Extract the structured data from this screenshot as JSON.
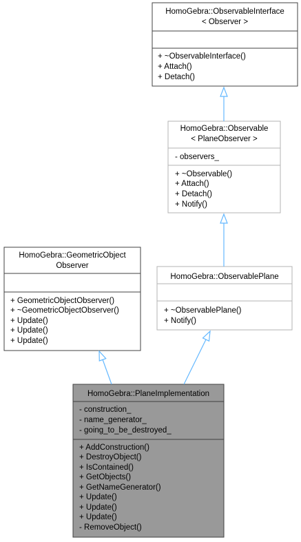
{
  "classes": {
    "observable_interface": {
      "title": [
        "HomoGebra::ObservableInterface",
        "< Observer >"
      ],
      "attributes": [],
      "methods": [
        "+ ~ObservableInterface()",
        "+ Attach()",
        "+ Detach()"
      ]
    },
    "observable": {
      "title": [
        "HomoGebra::Observable",
        "< PlaneObserver >"
      ],
      "attributes": [
        "- observers_"
      ],
      "methods": [
        "+ ~Observable()",
        "+ Attach()",
        "+ Detach()",
        "+ Notify()"
      ]
    },
    "geometric_object_observer": {
      "title": [
        "HomoGebra::GeometricObject",
        "Observer"
      ],
      "attributes": [],
      "methods": [
        "+ GeometricObjectObserver()",
        "+ ~GeometricObjectObserver()",
        "+ Update()",
        "+ Update()",
        "+ Update()"
      ]
    },
    "observable_plane": {
      "title": [
        "HomoGebra::ObservablePlane"
      ],
      "attributes": [],
      "methods": [
        "+ ~ObservablePlane()",
        "+ Notify()"
      ]
    },
    "plane_implementation": {
      "title": [
        "HomoGebra::PlaneImplementation"
      ],
      "attributes": [
        "- construction_",
        "- name_generator_",
        "- going_to_be_destroyed_"
      ],
      "methods": [
        "+ AddConstruction()",
        "+ DestroyObject()",
        "+ IsContained()",
        "+ GetObjects()",
        "+ GetNameGenerator()",
        "+ Update()",
        "+ Update()",
        "+ Update()",
        "- RemoveObject()"
      ]
    }
  },
  "inheritance": [
    {
      "from": "observable",
      "to": "observable_interface"
    },
    {
      "from": "observable_plane",
      "to": "observable"
    },
    {
      "from": "plane_implementation",
      "to": "geometric_object_observer"
    },
    {
      "from": "plane_implementation",
      "to": "observable_plane"
    }
  ],
  "colors": {
    "box_border_dark": "#404040",
    "box_border_light": "#b3b3b3",
    "highlight_fill": "#999999",
    "edge": "#63b8ff"
  }
}
